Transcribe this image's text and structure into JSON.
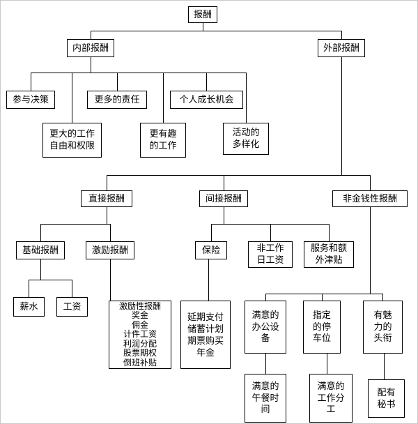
{
  "nodes": {
    "compensation": {
      "label": "报酬"
    },
    "internal_reward": {
      "label": "内部报酬"
    },
    "external_reward": {
      "label": "外部报酬"
    },
    "participate_decision": {
      "label": "参与决策"
    },
    "more_responsibility": {
      "label": "更多的责任"
    },
    "personal_growth": {
      "label": "个人成长机会"
    },
    "work_freedom": {
      "label": "更大的工作\n自由和权限"
    },
    "interesting_work": {
      "label": "更有趣\n的工作"
    },
    "activity_diversity": {
      "label": "活动的\n多样化"
    },
    "direct_compensation": {
      "label": "直接报酬"
    },
    "indirect_compensation": {
      "label": "间接报酬"
    },
    "nonmonetary_compensation": {
      "label": "非金钱性报酬"
    },
    "base_pay": {
      "label": "基础报酬"
    },
    "incentive_pay": {
      "label": "激励报酬"
    },
    "insurance": {
      "label": "保险"
    },
    "nonworkday_pay": {
      "label": "非工作\n日工资"
    },
    "services_perks": {
      "label": "服务和额\n外津贴"
    },
    "salary": {
      "label": "薪水"
    },
    "wage": {
      "label": "工资"
    },
    "incentive_items": {
      "label": "激励性报酬\n奖金\n佣金\n计件工资\n利润分配\n股票期权\n倒班补贴"
    },
    "deferred_payment": {
      "label": "延期支付\n储蓄计划\n期票购买\n年金"
    },
    "office_equipment": {
      "label": "满意的\n办公设\n备"
    },
    "parking_space": {
      "label": "指定\n的停\n车位"
    },
    "attractive_title": {
      "label": "有魅\n力的\n头衔"
    },
    "lunch_time": {
      "label": "满意的\n午餐时\n间"
    },
    "work_division": {
      "label": "满意的\n工作分\n工"
    },
    "secretary": {
      "label": "配有\n秘书"
    }
  },
  "colors": {
    "line": "#000000",
    "border": "#000000",
    "background": "#ffffff"
  }
}
